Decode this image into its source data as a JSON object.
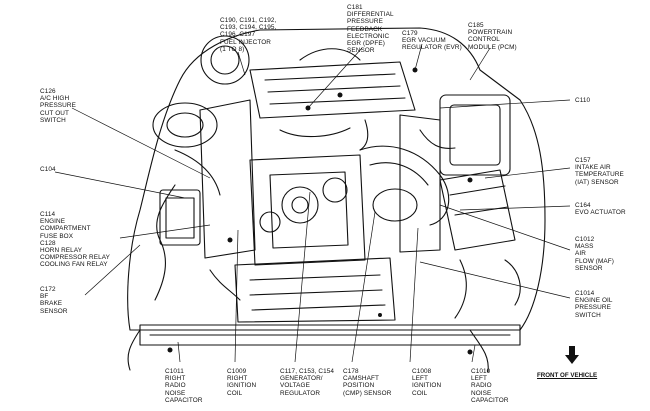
{
  "labels": {
    "c181": [
      "C181",
      "DIFFERENTIAL",
      "PRESSURE",
      "FEEDBACK",
      "ELECTRONIC",
      "EGR (DPFE)",
      "SENSOR"
    ],
    "c190": [
      "C190, C191, C192,",
      "C193, C194, C195,",
      "C196, C197",
      "FUEL INJECTOR",
      "(1 TO 8)"
    ],
    "c179": [
      "C179",
      "EGR VACUUM",
      "REGULATOR (EVR)"
    ],
    "c185": [
      "C185",
      "POWERTRAIN",
      "CONTROL",
      "MODULE (PCM)"
    ],
    "c126": [
      "C126",
      "A/C HIGH",
      "PRESSURE",
      "CUT OUT",
      "SWITCH"
    ],
    "c110": [
      "C110"
    ],
    "c104": [
      "C104"
    ],
    "c157": [
      "C157",
      "INTAKE AIR",
      "TEMPERATURE",
      "(IAT) SENSOR"
    ],
    "c164": [
      "C164",
      "EVO ACTUATOR"
    ],
    "c114": [
      "C114",
      "ENGINE",
      "COMPARTMENT",
      "FUSE BOX",
      "C128",
      "HORN RELAY",
      "COMPRESSOR RELAY",
      "COOLING FAN RELAY"
    ],
    "c1012": [
      "C1012",
      "MASS",
      "AIR",
      "FLOW (MAF)",
      "SENSOR"
    ],
    "c172": [
      "C172",
      "BF",
      "BRAKE",
      "SENSOR"
    ],
    "c1014": [
      "C1014",
      "ENGINE OIL",
      "PRESSURE",
      "SWITCH"
    ],
    "c1011": [
      "C1011",
      "RIGHT",
      "RADIO",
      "NOISE",
      "CAPACITOR"
    ],
    "c1009": [
      "C1009",
      "RIGHT",
      "IGNITION",
      "COIL"
    ],
    "c117": [
      "C117, C153, C154",
      "GENERATOR/",
      "VOLTAGE",
      "REGULATOR"
    ],
    "c178": [
      "C178",
      "CAMSHAFT",
      "POSITION",
      "(CMP) SENSOR"
    ],
    "c1008": [
      "C1008",
      "LEFT",
      "IGNITION",
      "COIL"
    ],
    "c1010": [
      "C1010",
      "LEFT",
      "RADIO",
      "NOISE",
      "CAPACITOR"
    ]
  },
  "front_of_vehicle": "FRONT OF VEHICLE"
}
